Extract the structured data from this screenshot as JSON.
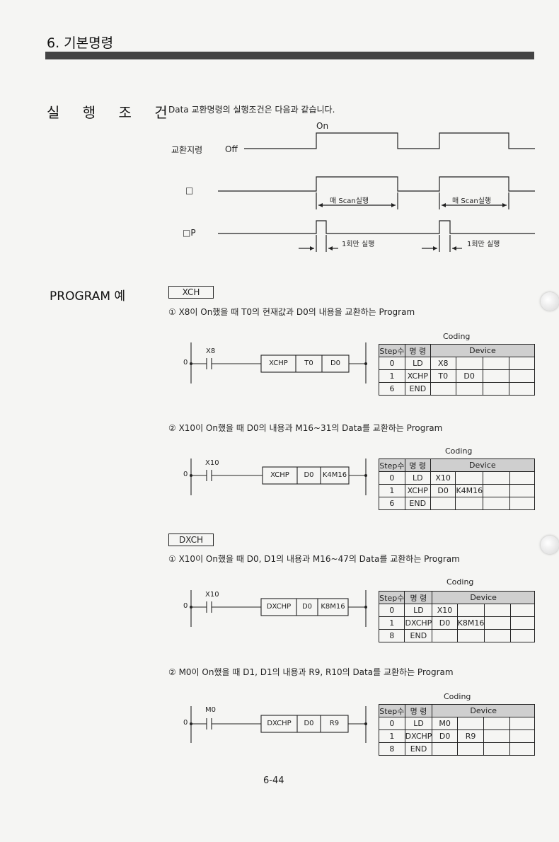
{
  "header": {
    "chapter": "6. 기본명령"
  },
  "exec_condition": {
    "section_title": "실 행 조 건",
    "intro": "Data  교환명령의 실행조건은 다음과 같습니다.",
    "on_label": "On",
    "off_label": "Off",
    "signal_label": "교환지령",
    "row2_label": "□",
    "row3_label": "□P",
    "scan_label": "매 Scan실행",
    "once_label": "1회만 실행"
  },
  "program": {
    "section_title": "PROGRAM 예",
    "coding_label": "Coding",
    "xch_tag": "XCH",
    "dxch_tag": "DXCH",
    "examples": [
      {
        "desc": "① X8이  On했을 때 T0의 현재값과 D0의 내용을 교환하는 Program",
        "contact": "X8",
        "rung_num": "0",
        "boxes": [
          "XCHP",
          "T0",
          "D0"
        ],
        "table": {
          "headers": [
            "Step수",
            "명 령",
            "Device"
          ],
          "rows": [
            [
              "0",
              "LD",
              "X8",
              "",
              "",
              ""
            ],
            [
              "1",
              "XCHP",
              "T0",
              "D0",
              "",
              ""
            ],
            [
              "6",
              "END",
              "",
              "",
              "",
              ""
            ]
          ]
        }
      },
      {
        "desc": "② X10이  On했을 때 D0의 내용과 M16~31의 Data를 교환하는 Program",
        "contact": "X10",
        "rung_num": "0",
        "boxes": [
          "XCHP",
          "D0",
          "K4M16"
        ],
        "table": {
          "headers": [
            "Step수",
            "명 령",
            "Device"
          ],
          "rows": [
            [
              "0",
              "LD",
              "X10",
              "",
              "",
              ""
            ],
            [
              "1",
              "XCHP",
              "D0",
              "K4M16",
              "",
              ""
            ],
            [
              "6",
              "END",
              "",
              "",
              "",
              ""
            ]
          ]
        }
      },
      {
        "desc": "① X10이  On했을 때 D0, D1의 내용과 M16~47의 Data를 교환하는 Program",
        "contact": "X10",
        "rung_num": "0",
        "boxes": [
          "DXCHP",
          "D0",
          "K8M16"
        ],
        "table": {
          "headers": [
            "Step수",
            "명 령",
            "Device"
          ],
          "rows": [
            [
              "0",
              "LD",
              "X10",
              "",
              "",
              ""
            ],
            [
              "1",
              "DXCHP",
              "D0",
              "K8M16",
              "",
              ""
            ],
            [
              "8",
              "END",
              "",
              "",
              "",
              ""
            ]
          ]
        }
      },
      {
        "desc": "② M0이  On했을 때 D1, D1의 내용과 R9, R10의 Data를 교환하는 Program",
        "contact": "M0",
        "rung_num": "0",
        "boxes": [
          "DXCHP",
          "D0",
          "R9"
        ],
        "table": {
          "headers": [
            "Step수",
            "명 령",
            "Device"
          ],
          "rows": [
            [
              "0",
              "LD",
              "M0",
              "",
              "",
              ""
            ],
            [
              "1",
              "DXCHP",
              "D0",
              "R9",
              "",
              ""
            ],
            [
              "8",
              "END",
              "",
              "",
              "",
              ""
            ]
          ]
        }
      }
    ]
  },
  "footer": {
    "page_number": "6-44"
  }
}
